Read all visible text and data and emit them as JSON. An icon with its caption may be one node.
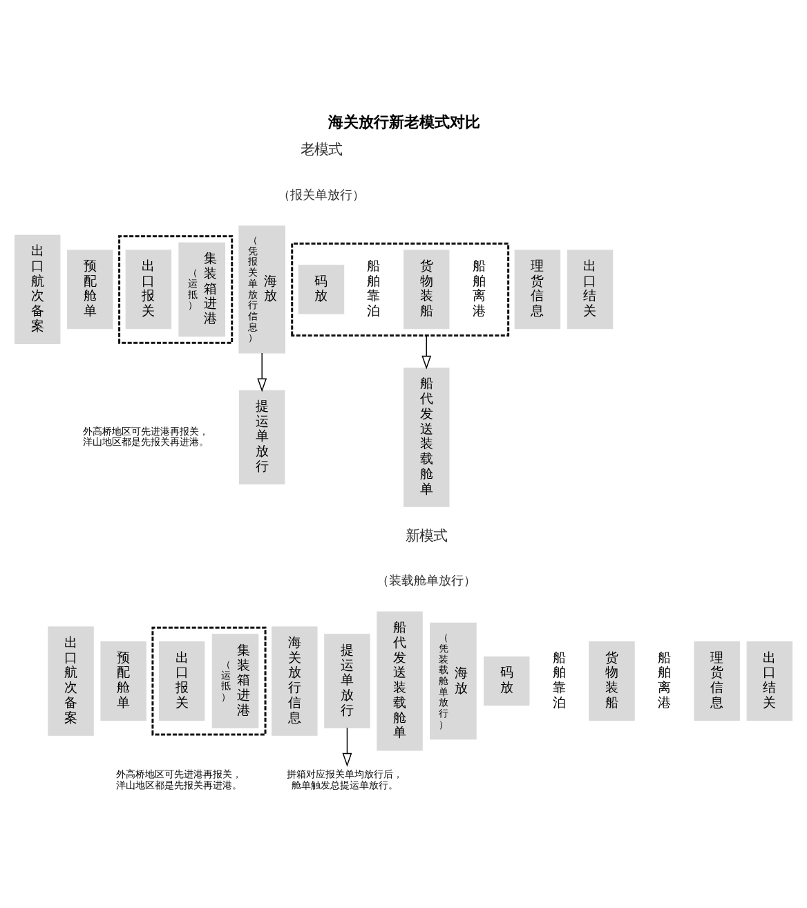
{
  "diagram": {
    "title": "海关放行新老模式对比",
    "nodes": [
      {
        "text": [
          "出口航次备案"
        ]
      },
      {
        "text": [
          "预配舱单"
        ]
      },
      {
        "text": [],
        "shape": "box"
      },
      {
        "text": [
          "出口报关"
        ],
        "in": 2
      },
      {
        "text": [
          "（运抵）",
          "集装箱进港"
        ],
        "in": 2
      },
      {
        "text": [
          "（凭报关单放行信息）",
          "海放"
        ]
      },
      {
        "text": [],
        "shape": "box"
      },
      {
        "text": [
          "码放"
        ],
        "in": 6
      },
      {
        "text": [
          "船舶靠泊"
        ],
        "in": 6
      },
      {
        "text": [
          "货物装船"
        ],
        "in": 6
      },
      {
        "text": [
          "船舶离港"
        ],
        "in": 6
      },
      {
        "text": [
          "理货信息"
        ]
      },
      {
        "text": [
          "出口结关"
        ]
      },
      {
        "text": [
          "提运单放行"
        ]
      },
      {
        "text": [
          "船代发送装载舱单"
        ]
      },
      {
        "text": [
          "出口航次备案"
        ]
      },
      {
        "text": [
          "预配舱单"
        ]
      },
      {
        "text": [],
        "shape": "box"
      },
      {
        "text": [
          "出口报关"
        ],
        "in": 17
      },
      {
        "text": [
          "（运抵）",
          "集装箱进港"
        ],
        "in": 17
      },
      {
        "text": [
          "海关放行信息"
        ]
      },
      {
        "text": [
          "提运单放行"
        ]
      },
      {
        "text": [
          "船代发送装载舱单"
        ]
      },
      {
        "text": [
          "（凭装载舱单放行）",
          "海放"
        ]
      },
      {
        "text": [
          "码放"
        ]
      },
      {
        "text": [
          "船舶靠泊"
        ]
      },
      {
        "text": [
          "货物装船"
        ]
      },
      {
        "text": [
          "船舶离港"
        ]
      },
      {
        "text": [
          "理货信息"
        ]
      },
      {
        "text": [
          "出口结关"
        ]
      },
      {
        "text": [
          "拼箱对应报关单均放行后，舱单触发总提运单放行。"
        ]
      }
    ],
    "edges": [
      {
        "from": 5,
        "to": 13,
        "arrow": "to"
      },
      {
        "from": 6,
        "to": 14,
        "arrow": "to"
      },
      {
        "from": 21,
        "to": 30,
        "arrow": "to"
      }
    ],
    "labels": [
      "老模式",
      "（报关单放行）",
      "外高桥地区可先进港再报关，洋山地区都是先报关再进港。",
      "新模式",
      "（装载舱单放行）",
      "外高桥地区可先进港再报关，洋山地区都是先报关再进港。"
    ]
  }
}
